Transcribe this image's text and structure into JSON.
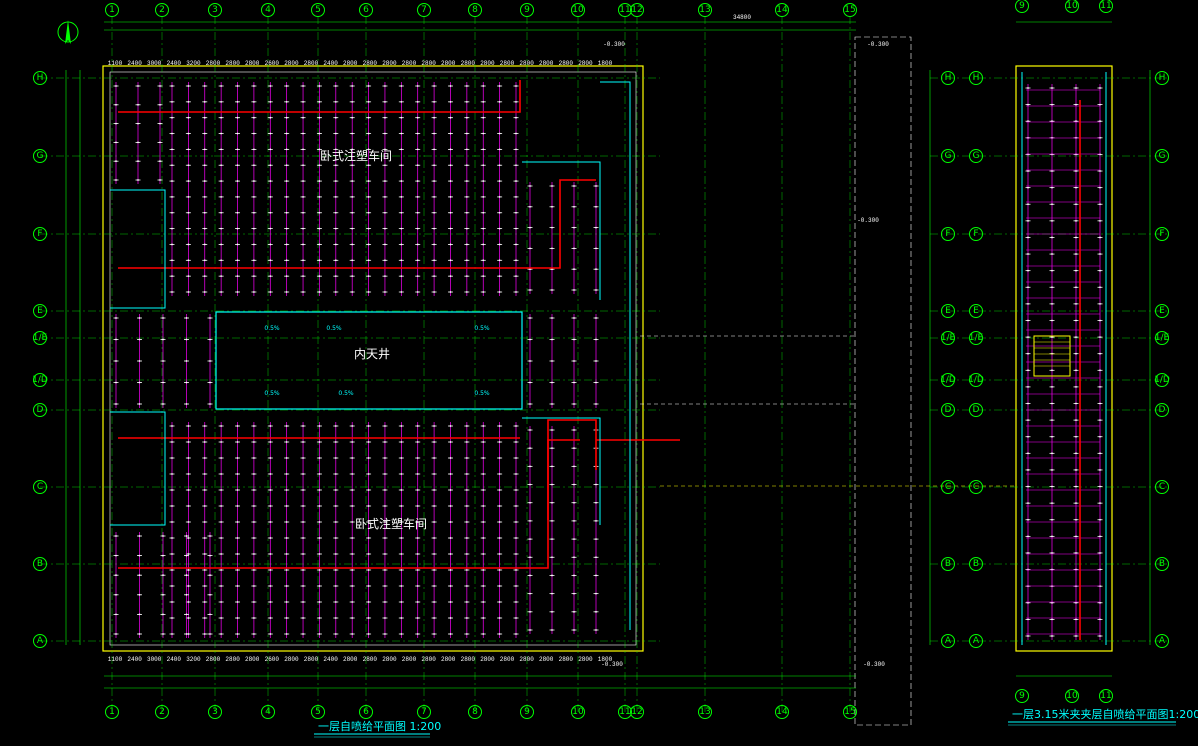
{
  "drawing": {
    "main_title": "一层自喷给平面图  1:200",
    "mezz_title": "一层3.15米夹夹层自喷给平面图1:200",
    "rooms": {
      "workshop_top": "卧式注塑车间",
      "workshop_bottom": "卧式注塑车间",
      "courtyard": "内天井"
    },
    "slopes": [
      "0.5%",
      "0.5%",
      "0.5%",
      "0.5%",
      "0.5%",
      "0.5%"
    ],
    "top_dims": [
      "1100",
      "2400",
      "3000",
      "2400",
      "3200",
      "2800",
      "2800",
      "2800",
      "2600",
      "2800",
      "2800",
      "2400",
      "2800",
      "2800",
      "2800",
      "2800",
      "2800",
      "2800",
      "2800",
      "2800",
      "2800",
      "2800",
      "2800",
      "2800",
      "2800",
      "1800"
    ],
    "elev_marks": [
      "-0.300",
      "-0.300",
      "-0.300",
      "-0.300",
      "-0.300"
    ],
    "overall_dim": "34800",
    "axes_x_main": [
      "1",
      "2",
      "3",
      "4",
      "5",
      "6",
      "7",
      "8",
      "9",
      "10",
      "11",
      "12",
      "13",
      "14",
      "15"
    ],
    "axes_y": [
      "H",
      "G",
      "F",
      "E",
      "1/E",
      "1/D",
      "D",
      "C",
      "B",
      "A"
    ],
    "axes_x_mezz": [
      "9",
      "10",
      "11"
    ]
  },
  "colors": {
    "background": "#000000",
    "grid": "#00ff00",
    "wall": "#00ffff",
    "main_pipe": "#ff0000",
    "branch": "#ff00ff",
    "sprinkler": "#ffffff",
    "outline": "#ffff00"
  }
}
